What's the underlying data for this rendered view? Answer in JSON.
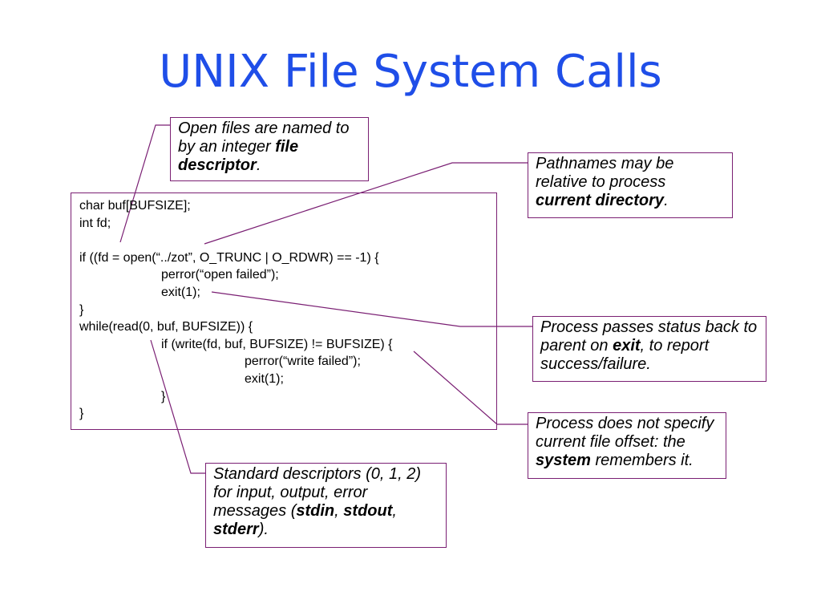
{
  "slide": {
    "title": "UNIX File System Calls"
  },
  "code_lines": [
    "char buf[BUFSIZE];",
    "int fd;",
    "",
    "if ((fd = open(“../zot”, O_TRUNC | O_RDWR) == -1) {",
    "perror(“open failed”);",
    "exit(1);",
    "}",
    "while(read(0, buf, BUFSIZE)) {",
    "if (write(fd, buf, BUFSIZE) != BUFSIZE) {",
    "perror(“write failed”);",
    "exit(1);",
    "}",
    "}"
  ],
  "notes": {
    "file_descriptor": {
      "text_before": "Open files are named to by an integer ",
      "bold": "file descriptor",
      "text_after": "."
    },
    "pathnames": {
      "text_before": "Pathnames may be relative to process ",
      "bold": "current directory",
      "text_after": "."
    },
    "exit_status": {
      "text_before": "Process passes status back to parent on ",
      "bold": "exit",
      "text_after": ", to report success/failure."
    },
    "file_offset": {
      "text_before": "Process does not specify current file offset: the ",
      "bold": "system",
      "text_after": " remembers it."
    },
    "std_descriptors": {
      "text_before": "Standard descriptors (0, 1, 2) for input, output, error messages (",
      "bold1": "stdin",
      "sep1": ", ",
      "bold2": "stdout",
      "sep2": ", ",
      "bold3": "stderr",
      "text_after": ")."
    }
  },
  "colors": {
    "title": "#1f4ee8",
    "border": "#7a1f73",
    "connector": "#7a1f73"
  }
}
